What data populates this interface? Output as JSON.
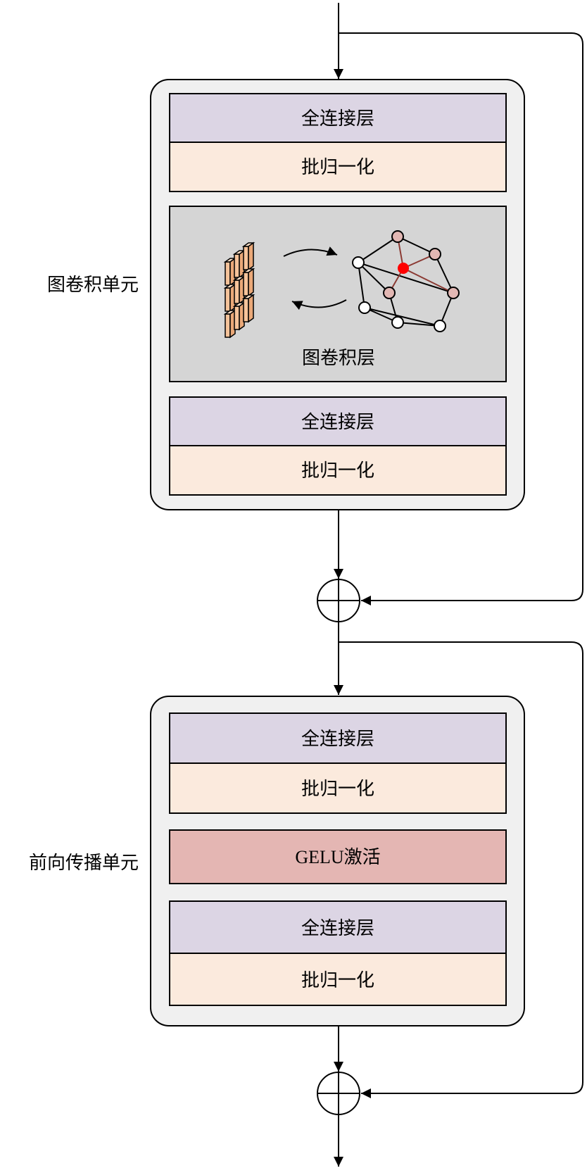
{
  "diagram": {
    "title": "",
    "colors": {
      "fc_layer": "#dcd5e4",
      "bn_layer": "#fbeadd",
      "gcn_layer": "#d5d5d5",
      "gelu_layer": "#e4b6b3",
      "unit_container": "#f0f0f0",
      "line": "#000000",
      "graph_center_node": "#ff0000",
      "graph_neighbor_node": "#e2b7b3",
      "graph_plain_node": "#ffffff",
      "graph_neighbor_edge": "#8b3a33",
      "feature_block": "#f6c39a"
    },
    "units": [
      {
        "label": "图卷积单元",
        "layers": [
          {
            "type": "fc",
            "text": "全连接层"
          },
          {
            "type": "bn",
            "text": "批归一化"
          },
          {
            "type": "gcn",
            "text": "图卷积层"
          },
          {
            "type": "fc",
            "text": "全连接层"
          },
          {
            "type": "bn",
            "text": "批归一化"
          }
        ]
      },
      {
        "label": "前向传播单元",
        "layers": [
          {
            "type": "fc",
            "text": "全连接层"
          },
          {
            "type": "bn",
            "text": "批归一化"
          },
          {
            "type": "gelu",
            "text": "GELU激活"
          },
          {
            "type": "fc",
            "text": "全连接层"
          },
          {
            "type": "bn",
            "text": "批归一化"
          }
        ]
      }
    ],
    "residual_ops": [
      "add",
      "add"
    ],
    "graph_icon": {
      "nodes": [
        {
          "id": "A",
          "kind": "plain"
        },
        {
          "id": "B",
          "kind": "neighbor"
        },
        {
          "id": "C",
          "kind": "neighbor"
        },
        {
          "id": "R",
          "kind": "center"
        },
        {
          "id": "D",
          "kind": "neighbor"
        },
        {
          "id": "E",
          "kind": "neighbor"
        },
        {
          "id": "F",
          "kind": "plain"
        },
        {
          "id": "G",
          "kind": "plain"
        },
        {
          "id": "H",
          "kind": "plain"
        }
      ],
      "edges": [
        [
          "A",
          "B"
        ],
        [
          "B",
          "C"
        ],
        [
          "C",
          "D"
        ],
        [
          "A",
          "D"
        ],
        [
          "A",
          "E"
        ],
        [
          "A",
          "F"
        ],
        [
          "F",
          "G"
        ],
        [
          "F",
          "H"
        ],
        [
          "E",
          "G"
        ],
        [
          "G",
          "H"
        ],
        [
          "D",
          "H"
        ]
      ],
      "neighbor_edges": [
        [
          "R",
          "B"
        ],
        [
          "R",
          "C"
        ],
        [
          "R",
          "D"
        ],
        [
          "R",
          "E"
        ]
      ]
    }
  }
}
